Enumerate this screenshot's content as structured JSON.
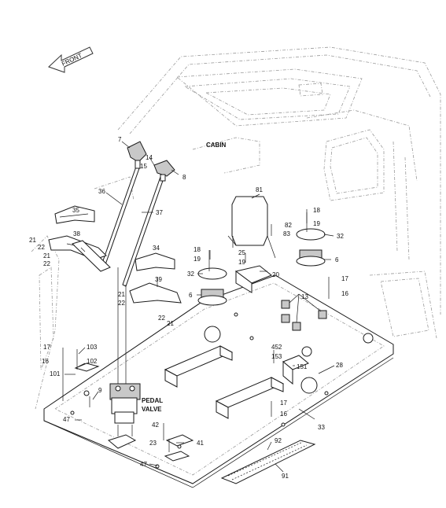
{
  "direction_label": "FRONT",
  "cabin_label": "CABIN",
  "pedal_valve_label_line1": "PEDAL",
  "pedal_valve_label_line2": "VALVE",
  "callouts": {
    "p7": "7",
    "p14": "14",
    "p15": "15",
    "p8": "8",
    "p36": "36",
    "p37": "37",
    "p35": "35",
    "p38": "38",
    "p21a": "21",
    "p22a": "22",
    "p21b": "21",
    "p22b": "22",
    "p34": "34",
    "p39": "39",
    "p21c": "21",
    "p22c": "22",
    "p22d": "22",
    "p21d": "21",
    "p81": "81",
    "p18a": "18",
    "p19a": "19",
    "p82": "82",
    "p83": "83",
    "p32a": "32",
    "p6a": "6",
    "p18b": "18",
    "p19b": "19",
    "p25": "25",
    "p19c": "19",
    "p32b": "32",
    "p20": "20",
    "p6b": "6",
    "p13": "13",
    "p17a": "17",
    "p16a": "16",
    "p17b": "17",
    "p103": "103",
    "p16b": "16",
    "p102": "102",
    "p101": "101",
    "p9": "9",
    "p47a": "47",
    "p452": "452",
    "p153": "153",
    "p151": "151",
    "p28": "28",
    "p17c": "17",
    "p16c": "16",
    "p33": "33",
    "p42": "42",
    "p23": "23",
    "p41": "41",
    "p47b": "47",
    "p92": "92",
    "p91": "91"
  }
}
